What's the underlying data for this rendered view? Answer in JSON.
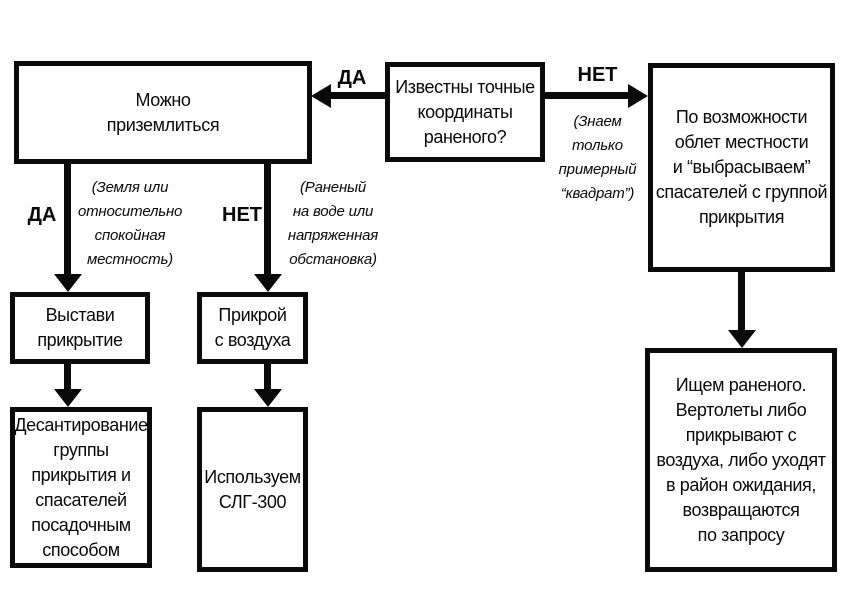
{
  "colors": {
    "ink": "#0a0a0a",
    "background": "#ffffff"
  },
  "nodes": {
    "can_land": "Можно\nприземлиться",
    "coords_known": "Известны точные\nкоординаты\nраненого?",
    "overfly_drop": "По возможности\nоблет местности\nи “выбрасываем”\nспасателей с группой\nприкрытия",
    "set_cover": "Выстави\nприкрытие",
    "landing_party": "Десантирование\nгруппы\nприкрытия и\nспасателей\nпосадочным\nспособом",
    "cover_from_air": "Прикрой\nс воздуха",
    "use_slg300": "Используем\nСЛГ-300",
    "search_wounded": "Ищем раненого.\nВертолеты либо\nприкрывают с\nвоздуха, либо уходят\nв район ожидания,\nвозвращаются\nпо запросу"
  },
  "edge_labels": {
    "yes_to_land": "ДА",
    "no_to_overfly": "НЕТ",
    "yes_ground": "ДА",
    "no_water": "НЕТ"
  },
  "notes": {
    "approx_square": "(Знаем\nтолько\nпримерный\n“квадрат”)",
    "calm_terrain": "(Земля или\nотносительно\nспокойная\nместность)",
    "water_or_tense": "(Раненый\nна воде или\nнапряженная\nобстановка)"
  }
}
